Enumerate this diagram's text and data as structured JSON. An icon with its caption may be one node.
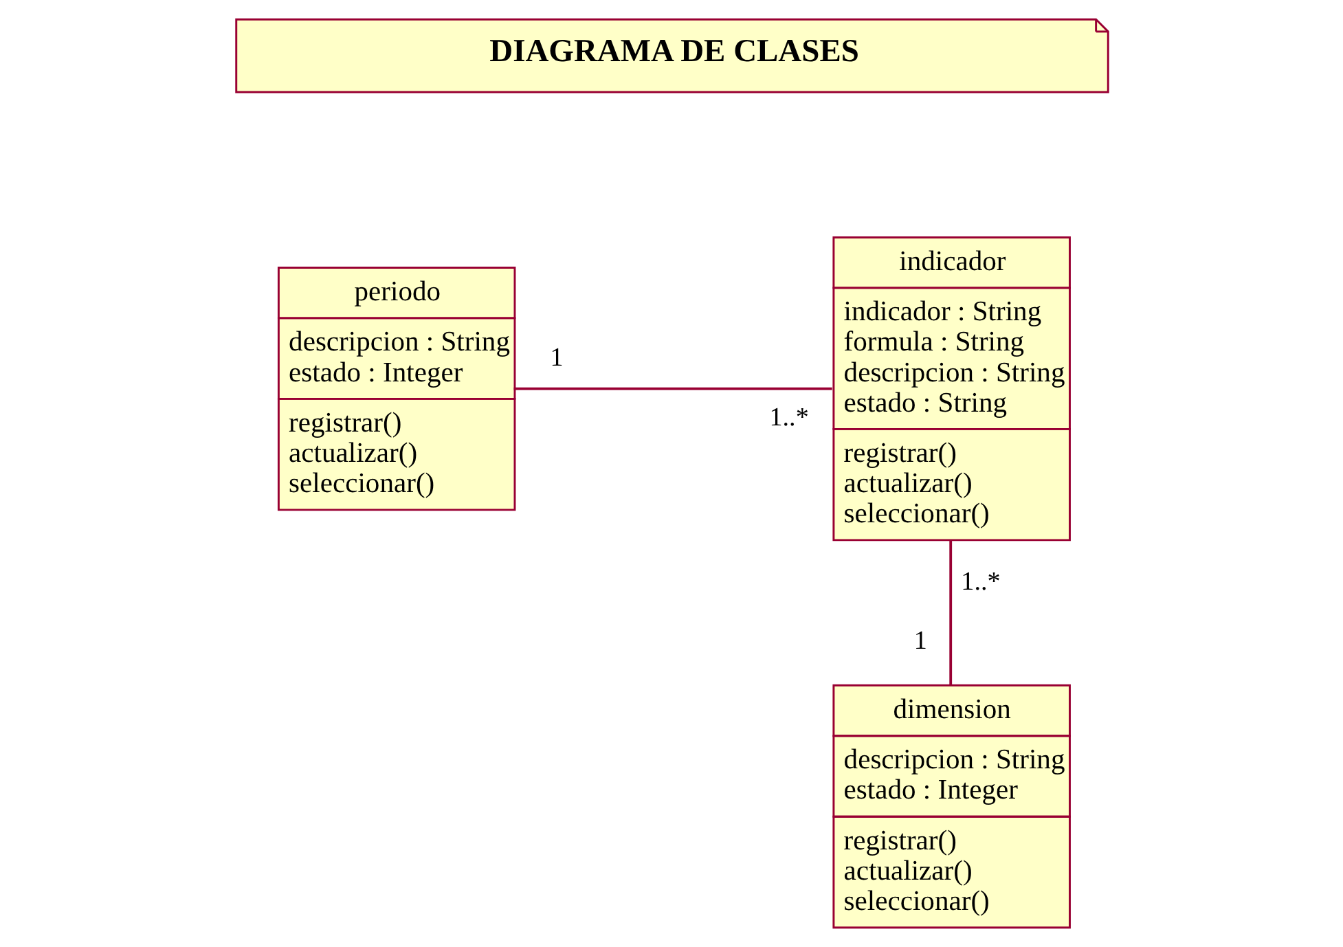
{
  "diagram": {
    "nodes": [
      {
        "text": [
          "DIAGRAMA DE CLASES"
        ]
      },
      {
        "text": [
          "periodo",
          "descripcion : String",
          "estado : Integer",
          "registrar()",
          "actualizar()",
          "seleccionar()"
        ]
      },
      {
        "text": [
          "indicador",
          "indicador : String",
          "formula : String",
          "descripcion : String",
          "estado : String",
          "registrar()",
          "actualizar()",
          "seleccionar()"
        ]
      },
      {
        "text": [
          "dimension",
          "descripcion : String",
          "estado : Integer",
          "registrar()",
          "actualizar()",
          "seleccionar()"
        ]
      }
    ],
    "edges": [
      {
        "from": 1,
        "to": 2,
        "arrow": "none"
      },
      {
        "from": 2,
        "to": 3,
        "arrow": "none"
      }
    ],
    "labels": [
      "1",
      "1..*",
      "1..*",
      "1"
    ]
  }
}
